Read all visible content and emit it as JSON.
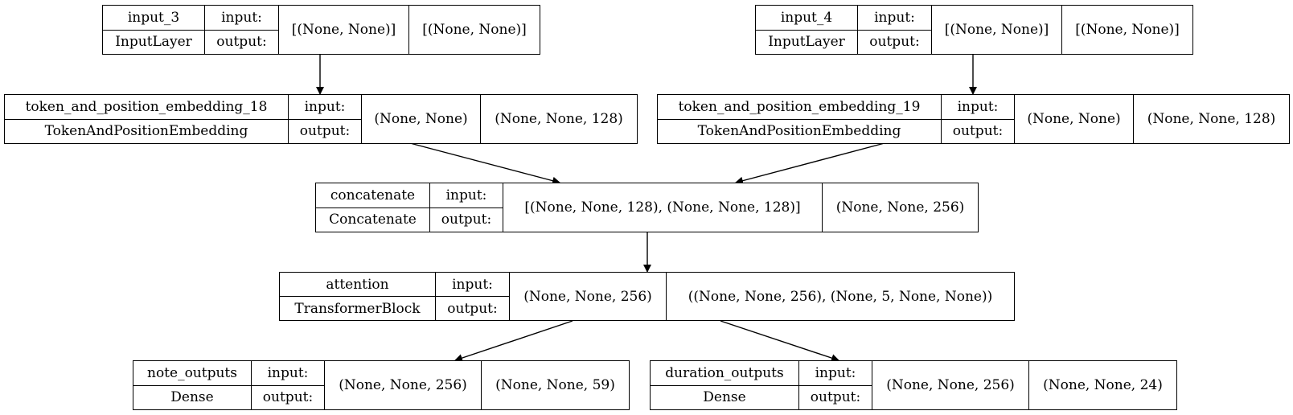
{
  "labels": {
    "input": "input:",
    "output": "output:"
  },
  "nodes": [
    {
      "id": "input_3",
      "name": "input_3",
      "type": "InputLayer",
      "in": "[(None, None)]",
      "out": "[(None, None)]"
    },
    {
      "id": "input_4",
      "name": "input_4",
      "type": "InputLayer",
      "in": "[(None, None)]",
      "out": "[(None, None)]"
    },
    {
      "id": "tpe18",
      "name": "token_and_position_embedding_18",
      "type": "TokenAndPositionEmbedding",
      "in": "(None, None)",
      "out": "(None, None, 128)"
    },
    {
      "id": "tpe19",
      "name": "token_and_position_embedding_19",
      "type": "TokenAndPositionEmbedding",
      "in": "(None, None)",
      "out": "(None, None, 128)"
    },
    {
      "id": "concat",
      "name": "concatenate",
      "type": "Concatenate",
      "in": "[(None, None, 128), (None, None, 128)]",
      "out": "(None, None, 256)"
    },
    {
      "id": "attn",
      "name": "attention",
      "type": "TransformerBlock",
      "in": "(None, None, 256)",
      "out": "((None, None, 256), (None, 5, None, None))"
    },
    {
      "id": "note",
      "name": "note_outputs",
      "type": "Dense",
      "in": "(None, None, 256)",
      "out": "(None, None, 59)"
    },
    {
      "id": "dur",
      "name": "duration_outputs",
      "type": "Dense",
      "in": "(None, None, 256)",
      "out": "(None, None, 24)"
    }
  ],
  "edges": [
    [
      "input_3",
      "tpe18"
    ],
    [
      "input_4",
      "tpe19"
    ],
    [
      "tpe18",
      "concat"
    ],
    [
      "tpe19",
      "concat"
    ],
    [
      "concat",
      "attn"
    ],
    [
      "attn",
      "note"
    ],
    [
      "attn",
      "dur"
    ]
  ]
}
